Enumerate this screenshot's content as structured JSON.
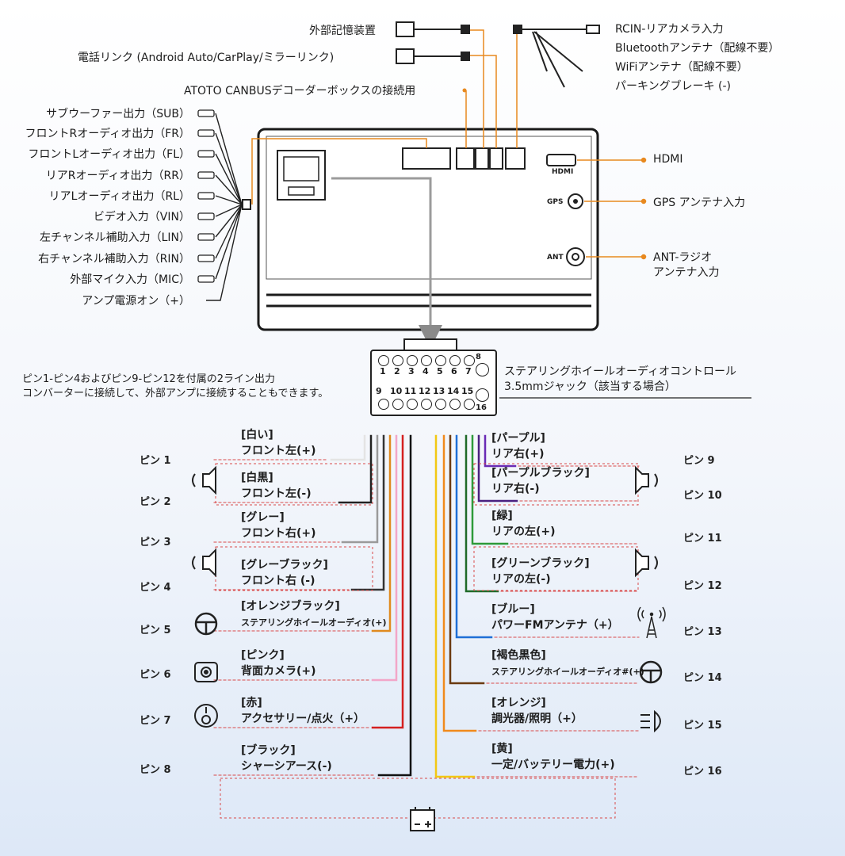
{
  "top": {
    "ext_storage": "外部記憶装置",
    "phone_link": "電話リンク (Android Auto/CarPlay/ミラーリンク)",
    "canbus": "ATOTO CANBUSデコーダーボックスの接続用",
    "rcin": "RCIN-リアカメラ入力",
    "bluetooth": "Bluetoothアンテナ（配線不要）",
    "wifi": "WiFiアンテナ（配線不要）",
    "parking": "パーキングブレーキ (-)"
  },
  "left_outputs": [
    "サブウーファー出力（SUB）",
    "フロントRオーディオ出力（FR）",
    "フロントLオーディオ出力（FL）",
    "リアRオーディオ出力（RR）",
    "リアLオーディオ出力（RL）",
    "ビデオ入力（VIN）",
    "左チャンネル補助入力（LIN）",
    "右チャンネル補助入力（RIN）",
    "外部マイク入力（MIC）",
    "アンプ電源オン（+）"
  ],
  "right_ports": {
    "hdmi": "HDMI",
    "hdmi_small": "HDMI",
    "gps": "GPS アンテナ入力",
    "gps_small": "GPS",
    "ant_line1": "ANT-ラジオ",
    "ant_line2": "アンテナ入力",
    "ant_small": "ANT"
  },
  "connector": {
    "top_pins": [
      "1",
      "2",
      "3",
      "4",
      "5",
      "6",
      "7"
    ],
    "pin8": "8",
    "bottom_pins": [
      "9",
      "10",
      "11",
      "12",
      "13",
      "14",
      "15"
    ],
    "pin16": "16"
  },
  "notes": {
    "left_line1": "ピン1-ピン4およびピン9-ピン12を付属の2ライン出力",
    "left_line2": "コンバーターに接続して、外部アンプに接続することもできます。",
    "steering_line1": "ステアリングホイールオーディオコントロール",
    "steering_line2": "3.5mmジャック（該当する場合）"
  },
  "left_pins": [
    {
      "pin": "ピン 1",
      "color_label": "[白い]",
      "desc": "フロント左(+)",
      "wire": "#e4e4e4"
    },
    {
      "pin": "ピン 2",
      "color_label": "[白黒]",
      "desc": "フロント左(-)",
      "wire": "#222222"
    },
    {
      "pin": "ピン 3",
      "color_label": "[グレー]",
      "desc": "フロント右(+)",
      "wire": "#9a9a9a"
    },
    {
      "pin": "ピン 4",
      "color_label": "[グレーブラック]",
      "desc": "フロント右 (-)",
      "wire": "#333333"
    },
    {
      "pin": "ピン 5",
      "color_label": "[オレンジブラック]",
      "desc": "ステアリングホイールオーディオ(+)",
      "wire": "#e08a1e"
    },
    {
      "pin": "ピン 6",
      "color_label": "[ピンク]",
      "desc": "背面カメラ(+)",
      "wire": "#f2a6c8"
    },
    {
      "pin": "ピン 7",
      "color_label": "[赤]",
      "desc": "アクセサリー/点火（+）",
      "wire": "#d42020"
    },
    {
      "pin": "ピン 8",
      "color_label": "[ブラック]",
      "desc": "シャーシアース(-)",
      "wire": "#111111"
    }
  ],
  "right_pins": [
    {
      "pin": "ピン 9",
      "color_label": "[パープル]",
      "desc": "リア右(+)",
      "wire": "#6a2bb5"
    },
    {
      "pin": "ピン 10",
      "color_label": "[パープルブラック]",
      "desc": "リア右(-)",
      "wire": "#4a2080"
    },
    {
      "pin": "ピン 11",
      "color_label": "[緑]",
      "desc": "リアの左(+)",
      "wire": "#2e9a3a"
    },
    {
      "pin": "ピン 12",
      "color_label": "[グリーンブラック]",
      "desc": "リアの左(-)",
      "wire": "#1f6a28"
    },
    {
      "pin": "ピン 13",
      "color_label": "[ブルー]",
      "desc": "パワーFMアンテナ（+）",
      "wire": "#1f6fd6"
    },
    {
      "pin": "ピン 14",
      "color_label": "[褐色黒色]",
      "desc": "ステアリングホイールオーディオ#(+)",
      "wire": "#6b3a10"
    },
    {
      "pin": "ピン 15",
      "color_label": "[オレンジ]",
      "desc": "調光器/照明（+）",
      "wire": "#f08a1c"
    },
    {
      "pin": "ピン 16",
      "color_label": "[黄]",
      "desc": "一定/バッテリー電力(+)",
      "wire": "#f2c814"
    }
  ],
  "colors": {
    "accent": "#e8891f",
    "dashed": "#d94a4a",
    "gray_arrow": "#9b9b9b"
  }
}
